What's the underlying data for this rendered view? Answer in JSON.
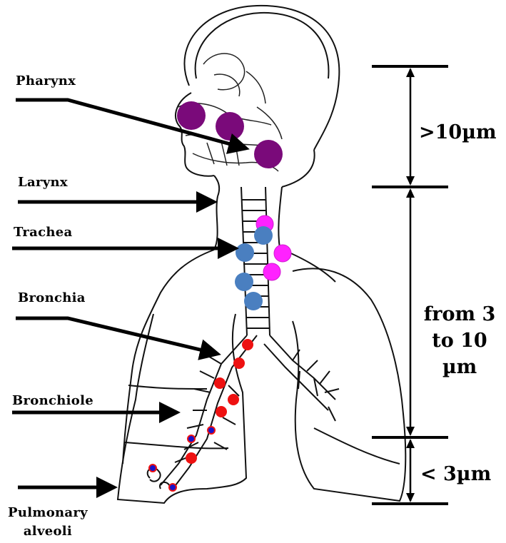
{
  "labels": {
    "pharynx": "Pharynx",
    "larynx": "Larynx",
    "trachea": "Trachea",
    "bronchia": "Bronchia",
    "bronchiole": "Bronchiole",
    "alveoli_line1": "Pulmonary",
    "alveoli_line2": "alveoli"
  },
  "size_ranges": {
    "large": ">10µm",
    "medium_line1": "from 3",
    "medium_line2": "to 10",
    "medium_line3": "µm",
    "small": "< 3µm"
  },
  "particle_colors": {
    "large": "#7a0a7a",
    "medium_pink": "#ff22ff",
    "medium_blue": "#4a7fc0",
    "small_red": "#ee1111",
    "smallest_blue": "#1a12c8"
  }
}
